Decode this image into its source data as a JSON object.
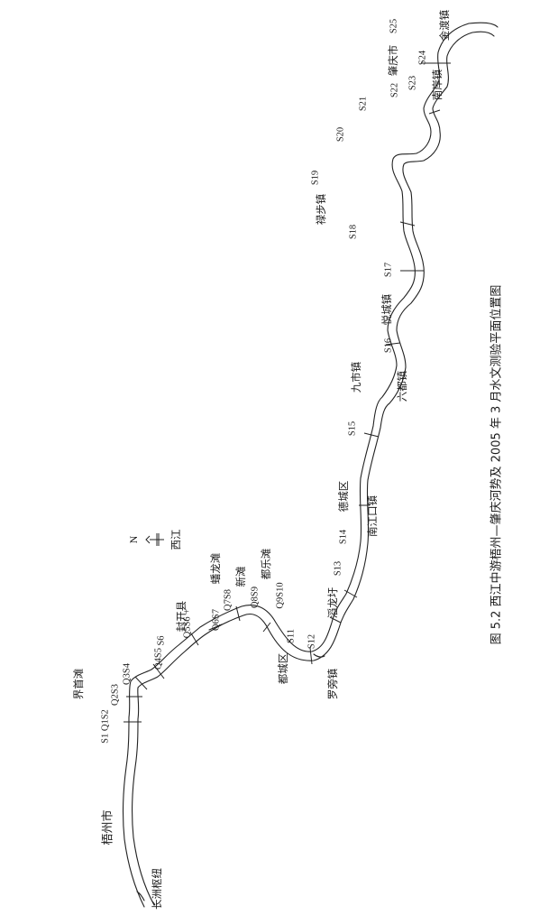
{
  "caption": "图 5.2   西江中游梧州—肇庆河势及 2005 年 3 月水文测验平面位置图",
  "north_arrow": {
    "label": "N",
    "river": "西江",
    "icon": "north-arrow-icon"
  },
  "places": {
    "changzhou": "长洲枢纽",
    "wuzhou": "梧州市",
    "jieshoutan": "界首滩",
    "fengkai": "封开县",
    "panlongtan": "蟠龙滩",
    "xintan": "新滩",
    "dulengtan": "都乐滩",
    "duchengqu": "都城区",
    "luopangzhen": "罗旁镇",
    "tianlongyu": "滔龙圩",
    "dechengqu": "德城区",
    "nanjiangkou": "南江口镇",
    "jiushi": "九市镇",
    "liudu": "六都镇",
    "yuecheng": "悦城镇",
    "lubu": "禄步镇",
    "zhaoqing": "肇庆市",
    "nanan": "南岸镇",
    "jindu": "金渡镇"
  },
  "stations": {
    "s1q1s2": "S1 Q1S2",
    "q2s3": "Q2S3",
    "q3s4": "Q3S4",
    "q4s5": "Q4S5",
    "s6a": "S6",
    "q5s6": "Q5S6 +",
    "q6s7": "Q6S7",
    "q7s8": "Q7S8",
    "q8s9": "Q8S9",
    "q9s10": "Q9S10",
    "s11": "S11",
    "s12": "S12",
    "s13": "S13",
    "s14": "S14",
    "s15": "S15",
    "s16": "S16",
    "s17": "S17",
    "s18": "S18",
    "s19": "S19",
    "s20": "S20",
    "s21": "S21",
    "s22": "S22",
    "s23": "S23",
    "s24": "S24",
    "s25": "S25"
  }
}
